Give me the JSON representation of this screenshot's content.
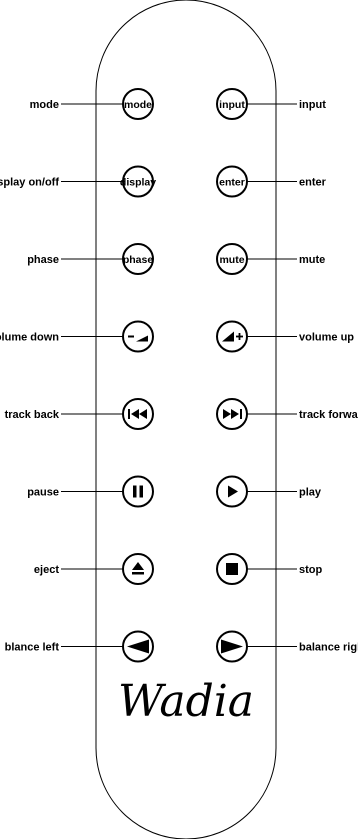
{
  "brand": "Wadia",
  "rows": [
    {
      "left": {
        "callout": "mode",
        "button": "mode",
        "icon": "",
        "name": "mode"
      },
      "right": {
        "callout": "input",
        "button": "input",
        "icon": "",
        "name": "input"
      }
    },
    {
      "left": {
        "callout": "display on/off",
        "button": "display",
        "icon": "",
        "name": "display"
      },
      "right": {
        "callout": "enter",
        "button": "enter",
        "icon": "",
        "name": "enter"
      }
    },
    {
      "left": {
        "callout": "phase",
        "button": "phase",
        "icon": "",
        "name": "phase"
      },
      "right": {
        "callout": "mute",
        "button": "mute",
        "icon": "",
        "name": "mute"
      }
    },
    {
      "left": {
        "callout": "volume down",
        "button": "",
        "icon": "volume-down-icon",
        "name": "volume-down"
      },
      "right": {
        "callout": "volume up",
        "button": "",
        "icon": "volume-up-icon",
        "name": "volume-up"
      }
    },
    {
      "left": {
        "callout": "track back",
        "button": "",
        "icon": "skip-back-icon",
        "name": "track-back"
      },
      "right": {
        "callout": "track forward",
        "button": "",
        "icon": "skip-forward-icon",
        "name": "track-forward"
      }
    },
    {
      "left": {
        "callout": "pause",
        "button": "",
        "icon": "pause-icon",
        "name": "pause"
      },
      "right": {
        "callout": "play",
        "button": "",
        "icon": "play-icon",
        "name": "play"
      }
    },
    {
      "left": {
        "callout": "eject",
        "button": "",
        "icon": "eject-icon",
        "name": "eject"
      },
      "right": {
        "callout": "stop",
        "button": "",
        "icon": "stop-icon",
        "name": "stop"
      }
    },
    {
      "left": {
        "callout": "blance left",
        "button": "",
        "icon": "arrow-left-icon",
        "name": "balance-left"
      },
      "right": {
        "callout": "balance right",
        "button": "",
        "icon": "arrow-right-icon",
        "name": "balance-right"
      }
    }
  ]
}
